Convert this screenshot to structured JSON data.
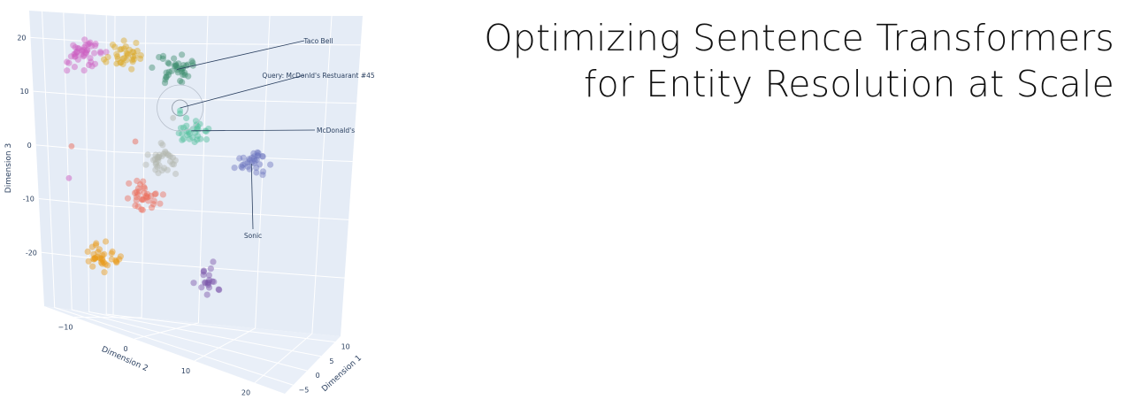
{
  "heading": {
    "line1": "Optimizing Sentence Transformers",
    "line2": "for Entity Resolution at Scale"
  },
  "chart_data": {
    "type": "scatter3d",
    "title": "",
    "axes": {
      "x": {
        "label": "Dimension 1",
        "ticks": [
          -5,
          0,
          5,
          10
        ]
      },
      "y": {
        "label": "Dimension 2",
        "ticks": [
          -10,
          0,
          10,
          20
        ]
      },
      "z": {
        "label": "Dimension 3",
        "ticks": [
          20,
          10,
          0,
          -10,
          -20
        ]
      }
    },
    "annotations": [
      {
        "text": "Taco Bell",
        "cluster": "taco-bell"
      },
      {
        "text": "Query: McDonld's Restuarant #45",
        "cluster": "query"
      },
      {
        "text": "McDonald's",
        "cluster": "mcdonalds"
      },
      {
        "text": "Sonic",
        "cluster": "sonic"
      }
    ],
    "clusters": [
      {
        "id": "pink",
        "color": "#cc5fc2",
        "x": -2,
        "y": -12,
        "z": 17,
        "n": 45
      },
      {
        "id": "gold",
        "color": "#dca825",
        "x": 0,
        "y": -6,
        "z": 18,
        "n": 35
      },
      {
        "id": "taco-bell",
        "color": "#3f8d6e",
        "x": 2,
        "y": 2,
        "z": 16,
        "n": 40
      },
      {
        "id": "mcdonalds",
        "color": "#4fbf9c",
        "x": 3,
        "y": 4,
        "z": 5,
        "n": 30
      },
      {
        "id": "query",
        "color": "#7fd3bb",
        "x": 3,
        "y": 2,
        "z": 9,
        "n": 1
      },
      {
        "id": "gray",
        "color": "#b2b5ad",
        "x": 1,
        "y": 0,
        "z": -1,
        "n": 35
      },
      {
        "id": "sonic",
        "color": "#6d76be",
        "x": 4,
        "y": 14,
        "z": 0,
        "n": 32
      },
      {
        "id": "red",
        "color": "#ea6c5c",
        "x": 0,
        "y": -2,
        "z": -8,
        "n": 35
      },
      {
        "id": "orange",
        "color": "#e99a16",
        "x": -3,
        "y": -8,
        "z": -20,
        "n": 35
      },
      {
        "id": "purple",
        "color": "#7b55a8",
        "x": 5,
        "y": 5,
        "z": -22,
        "n": 20
      }
    ]
  }
}
